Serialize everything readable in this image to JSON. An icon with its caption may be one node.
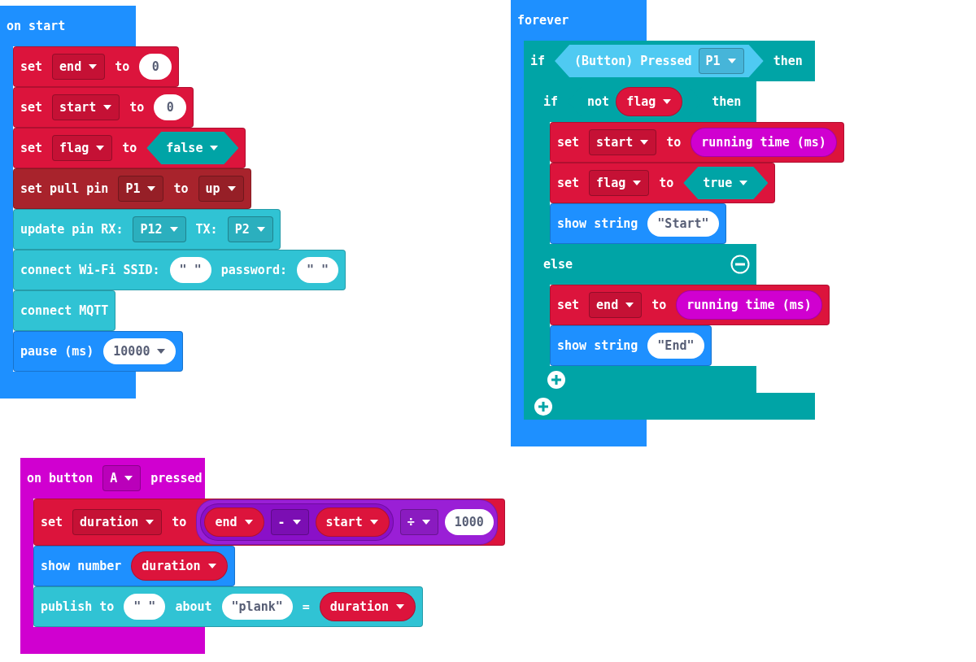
{
  "diagram": {
    "nodes": [
      {
        "text": [
          "on start"
        ]
      },
      {
        "text": [
          "set",
          "to"
        ],
        "in": 0
      },
      {
        "text": [
          "end"
        ],
        "in": 1
      },
      {
        "text": [
          "0"
        ],
        "in": 1
      },
      {
        "text": [
          "set",
          "to"
        ],
        "in": 0
      },
      {
        "text": [
          "start"
        ],
        "in": 4
      },
      {
        "text": [
          "0"
        ],
        "in": 4
      },
      {
        "text": [
          "set",
          "to"
        ],
        "in": 0
      },
      {
        "text": [
          "flag"
        ],
        "in": 7
      },
      {
        "text": [
          "false"
        ],
        "in": 7
      },
      {
        "text": [
          "set pull pin",
          "to"
        ],
        "in": 0
      },
      {
        "text": [
          "P1"
        ],
        "in": 10
      },
      {
        "text": [
          "up"
        ],
        "in": 10
      },
      {
        "text": [
          "update pin RX:",
          "TX:"
        ],
        "in": 0
      },
      {
        "text": [
          "P12"
        ],
        "in": 13
      },
      {
        "text": [
          "P2"
        ],
        "in": 13
      },
      {
        "text": [
          "connect Wi-Fi SSID:",
          "password:"
        ],
        "in": 0
      },
      {
        "text": [
          "\" \""
        ],
        "in": 16
      },
      {
        "text": [
          "\" \""
        ],
        "in": 16
      },
      {
        "text": [
          "connect MQTT"
        ],
        "in": 0
      },
      {
        "text": [
          "pause (ms)"
        ],
        "in": 0
      },
      {
        "text": [
          "10000"
        ],
        "in": 20
      },
      {
        "text": [
          "forever"
        ]
      },
      {
        "text": [
          "if",
          "then"
        ],
        "in": 22
      },
      {
        "text": [
          "(Button) Pressed"
        ],
        "in": 23
      },
      {
        "text": [
          "P1"
        ],
        "in": 24
      },
      {
        "text": [
          "if",
          "then",
          "else"
        ],
        "in": 23
      },
      {
        "text": [
          "not"
        ],
        "in": 26
      },
      {
        "text": [
          "flag"
        ],
        "in": 27
      },
      {
        "text": [
          "set",
          "to"
        ],
        "in": 26
      },
      {
        "text": [
          "start"
        ],
        "in": 29
      },
      {
        "text": [
          "running time (ms)"
        ],
        "in": 29
      },
      {
        "text": [
          "set",
          "to"
        ],
        "in": 26
      },
      {
        "text": [
          "flag"
        ],
        "in": 32
      },
      {
        "text": [
          "true"
        ],
        "in": 32
      },
      {
        "text": [
          "show string"
        ],
        "in": 26
      },
      {
        "text": [
          "\"Start\""
        ],
        "in": 35
      },
      {
        "text": [
          "set",
          "to"
        ],
        "in": 26
      },
      {
        "text": [
          "end"
        ],
        "in": 37
      },
      {
        "text": [
          "running time (ms)"
        ],
        "in": 37
      },
      {
        "text": [
          "show string"
        ],
        "in": 26
      },
      {
        "text": [
          "\"End\""
        ],
        "in": 40
      },
      {
        "text": [
          "on button",
          "pressed"
        ]
      },
      {
        "text": [
          "A"
        ],
        "in": 42
      },
      {
        "text": [
          "set",
          "to"
        ],
        "in": 42
      },
      {
        "text": [
          "duration"
        ],
        "in": 44
      },
      {
        "text": [],
        "shape": "box",
        "in": 44
      },
      {
        "text": [],
        "shape": "box",
        "in": 46
      },
      {
        "text": [
          "end"
        ],
        "in": 47
      },
      {
        "text": [
          "-"
        ],
        "in": 47
      },
      {
        "text": [
          "start"
        ],
        "in": 47
      },
      {
        "text": [
          "÷"
        ],
        "in": 46
      },
      {
        "text": [
          "1000"
        ],
        "in": 46
      },
      {
        "text": [
          "show number"
        ],
        "in": 42
      },
      {
        "text": [
          "duration"
        ],
        "in": 53
      },
      {
        "text": [
          "publish to",
          "about",
          "="
        ],
        "in": 42
      },
      {
        "text": [
          "\" \""
        ],
        "in": 55
      },
      {
        "text": [
          "\"plank\""
        ],
        "in": 55
      },
      {
        "text": [
          "duration"
        ],
        "in": 55
      }
    ]
  }
}
